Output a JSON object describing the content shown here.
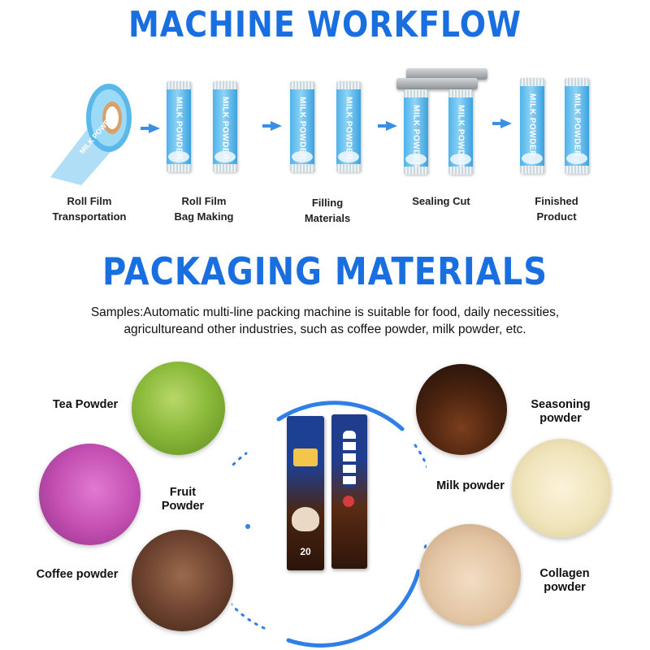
{
  "workflow": {
    "title": "MACHINE WORKFLOW",
    "stick_text": "MILK POWDER",
    "steps": [
      {
        "label": "Roll Film\nTransportation"
      },
      {
        "label": "Roll Film\nBag Making"
      },
      {
        "label": "Filling\nMaterials"
      },
      {
        "label": "Sealing Cut"
      },
      {
        "label": "Finished\nProduct"
      }
    ]
  },
  "materials": {
    "title": "PACKAGING MATERIALS",
    "description_line1": "Samples:Automatic multi-line packing machine is suitable for food, daily necessities,",
    "description_line2": "agricultureand other industries, such as coffee powder, milk powder,  etc.",
    "items": [
      {
        "label": "Tea Powder"
      },
      {
        "label": "Fruit\nPowder"
      },
      {
        "label": "Coffee powder"
      },
      {
        "label": "Seasoning\npowder"
      },
      {
        "label": "Milk powder"
      },
      {
        "label": "Collagen\npowder"
      }
    ],
    "pack_price": "20"
  },
  "colors": {
    "accent": "#1a6fe0",
    "arrow": "#3a8ee8",
    "ring": "#2f7fe6"
  }
}
